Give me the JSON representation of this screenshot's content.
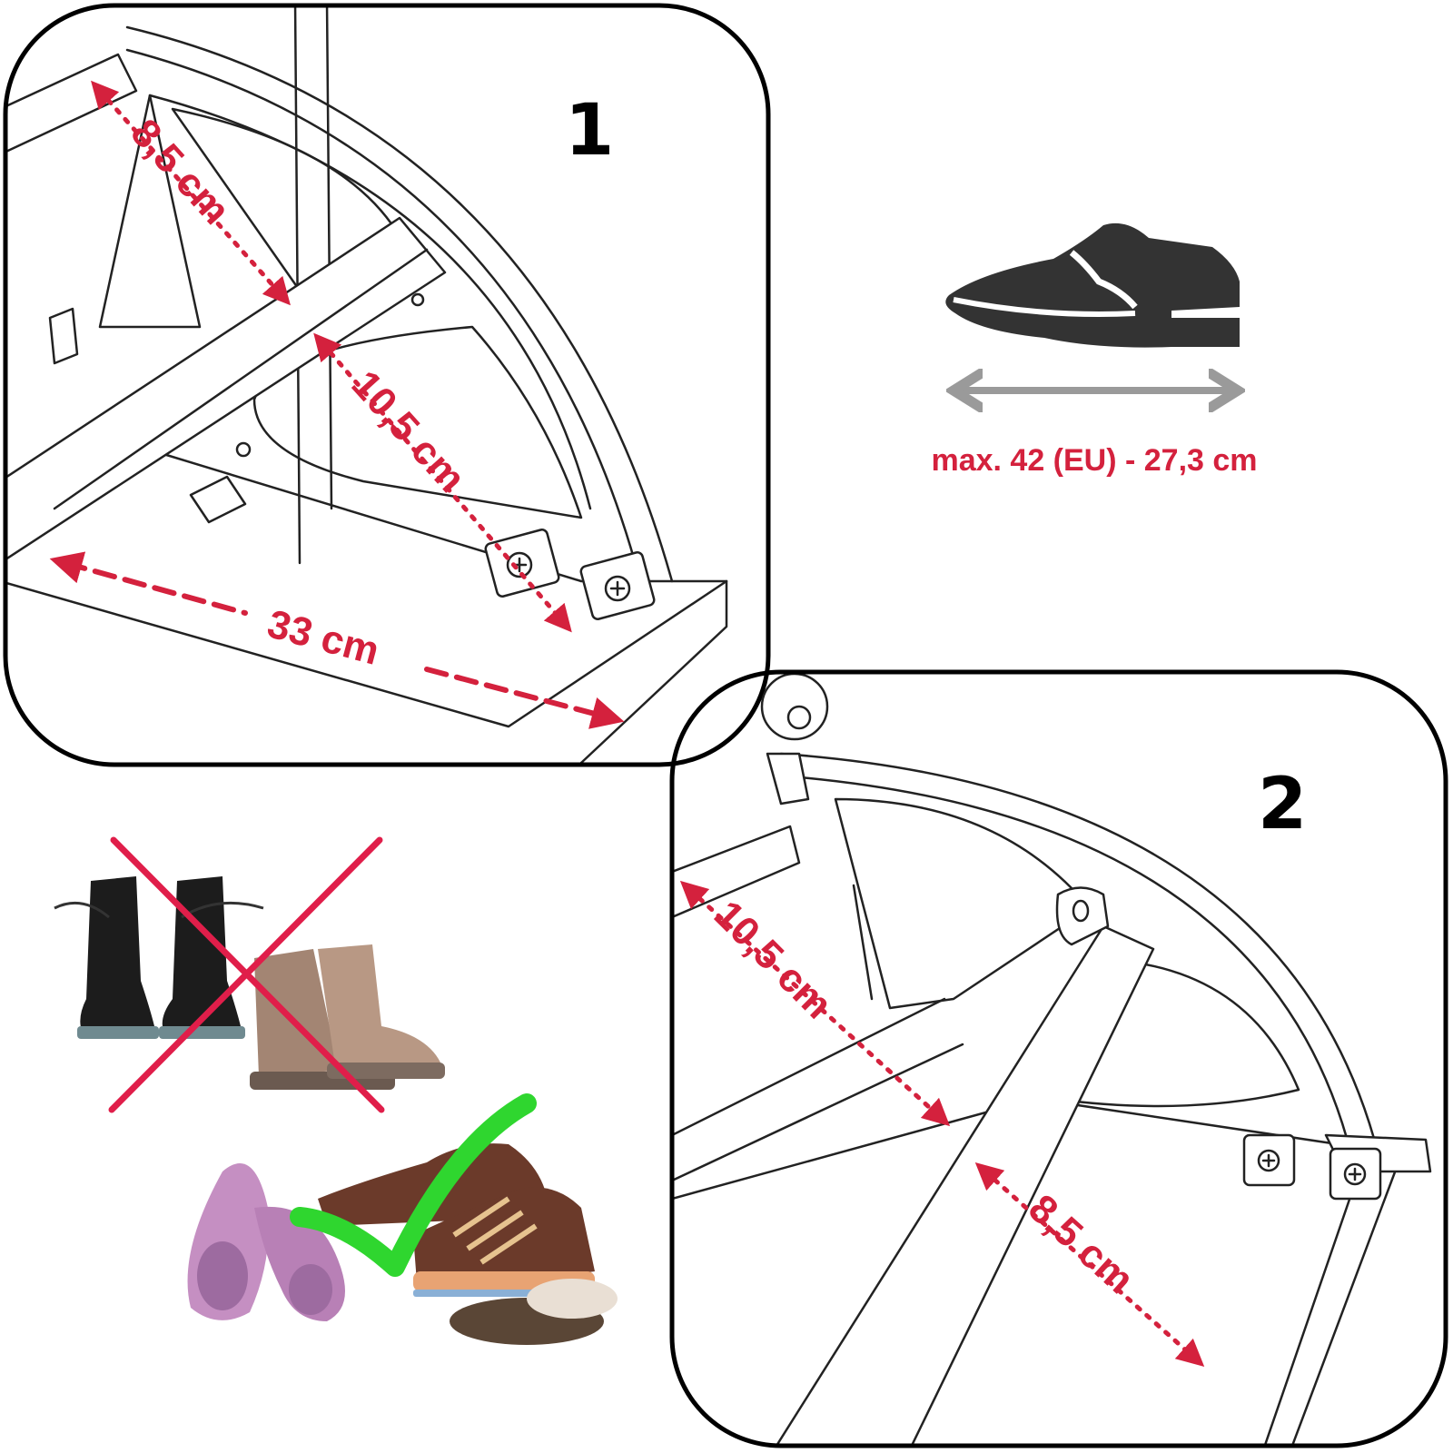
{
  "panel1": {
    "number": "1",
    "dim_top": "8,5 cm",
    "dim_mid": "10,5 cm",
    "dim_bottom": "33 cm"
  },
  "panel2": {
    "number": "2",
    "dim_left": "10,5 cm",
    "dim_right": "8,5 cm"
  },
  "shoe_size": {
    "caption": "max. 42 (EU) - 27,3 cm",
    "icon": "dress-shoe-icon"
  },
  "footwear": {
    "not_allowed": [
      "boots",
      "work-boots"
    ],
    "allowed": [
      "ballet-flats",
      "sneakers",
      "slippers"
    ]
  },
  "colors": {
    "accent_red": "#d4213d",
    "arrow_grey": "#9a9a9a",
    "check_green": "#2fd62f"
  }
}
